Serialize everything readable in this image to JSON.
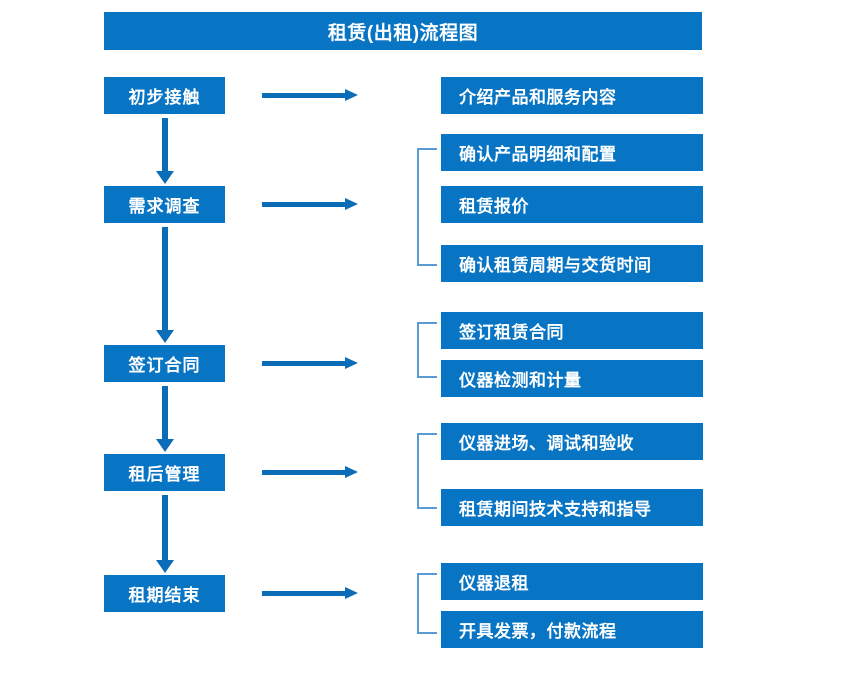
{
  "diagram": {
    "title": "租赁(出租)流程图",
    "colors": {
      "primary_blue": "#0874C4",
      "arrow_blue": "#0B6CB8",
      "bracket_blue": "#5B9BD5",
      "text_white": "#FFFFFF",
      "background": "#FFFFFF"
    },
    "stages": [
      {
        "label": "初步接触"
      },
      {
        "label": "需求调查"
      },
      {
        "label": "签订合同"
      },
      {
        "label": "租后管理"
      },
      {
        "label": "租期结束"
      }
    ],
    "details": [
      {
        "label": "介绍产品和服务内容"
      },
      {
        "label": "确认产品明细和配置"
      },
      {
        "label": "租赁报价"
      },
      {
        "label": "确认租赁周期与交货时间"
      },
      {
        "label": "签订租赁合同"
      },
      {
        "label": "仪器检测和计量"
      },
      {
        "label": "仪器进场、调试和验收"
      },
      {
        "label": "租赁期间技术支持和指导"
      },
      {
        "label": "仪器退租"
      },
      {
        "label": "开具发票，付款流程"
      }
    ],
    "groups": [
      {
        "stage": "需求调查",
        "members": [
          "确认产品明细和配置",
          "租赁报价",
          "确认租赁周期与交货时间"
        ]
      },
      {
        "stage": "签订合同",
        "members": [
          "签订租赁合同",
          "仪器检测和计量"
        ]
      },
      {
        "stage": "租后管理",
        "members": [
          "仪器进场、调试和验收",
          "租赁期间技术支持和指导"
        ]
      },
      {
        "stage": "租期结束",
        "members": [
          "仪器退租",
          "开具发票，付款流程"
        ]
      }
    ],
    "flow_arrows": {
      "vertical_count": 4,
      "horizontal_count": 5,
      "direction": "top-to-bottom and left-to-right"
    }
  }
}
